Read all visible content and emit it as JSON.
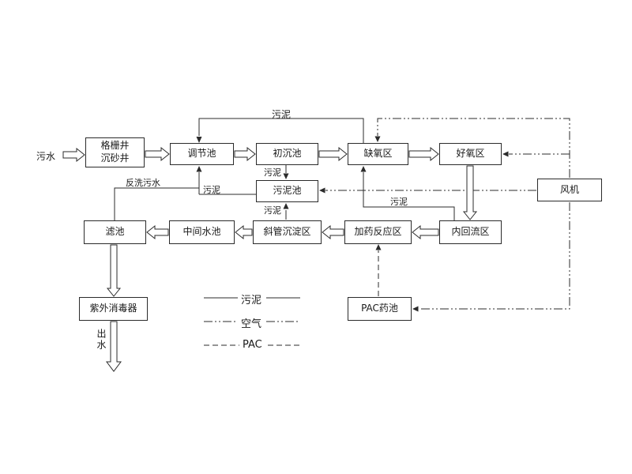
{
  "diagram": {
    "title_implicit": "",
    "colors": {
      "ink": "#1a1a1a",
      "background": "#ffffff"
    },
    "boxes": {
      "grid_well": {
        "line1": "格栅井",
        "line2": "沉砂井"
      },
      "regulating_tank": "调节池",
      "primary_sedimentation": "初沉池",
      "anoxic_zone": "缺氧区",
      "aerobic_zone": "好氧区",
      "blower": "风机",
      "sludge_tank": "污泥池",
      "internal_recycle": "内回流区",
      "dosing_reaction": "加药反应区",
      "inclined_tube_sedimentation": "斜管沉淀区",
      "intermediate_tank": "中间水池",
      "filter_tank": "滤池",
      "uv_disinfector": "紫外消毒器",
      "pac_tank": "PAC药池"
    },
    "flow_labels": {
      "influent": "污水",
      "effluent": "出水",
      "backwash": "反洗污水",
      "sludge_top": "污泥",
      "sludge_primary": "污泥",
      "sludge_inclined": "污泥",
      "sludge_supernatant": "污泥",
      "sludge_recycle": "污泥"
    },
    "legend": {
      "sludge": "污泥",
      "air": "空气",
      "pac": "PAC"
    }
  }
}
